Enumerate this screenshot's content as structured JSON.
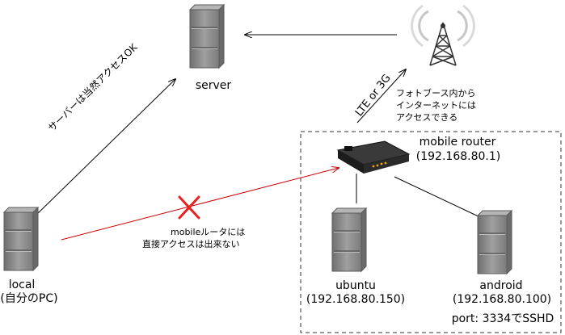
{
  "nodes": {
    "server": {
      "label": "server",
      "icon": "server-icon"
    },
    "local": {
      "label": "local",
      "sublabel": "(自分のPC)",
      "icon": "server-icon"
    },
    "tower": {
      "icon": "cell-tower-icon"
    },
    "mobile_router": {
      "label": "mobile router",
      "ip": "(192.168.80.1)",
      "icon": "router-icon"
    },
    "ubuntu": {
      "label": "ubuntu",
      "ip": "(192.168.80.150)",
      "icon": "server-icon"
    },
    "android": {
      "label": "android",
      "ip": "(192.168.80.100)",
      "port_note": "port: 3334でSSHD",
      "icon": "server-icon"
    }
  },
  "edges": {
    "local_to_server": {
      "label": "サーバーは当然アクセスOK",
      "color": "#000000"
    },
    "router_to_tower": {
      "label": "LTE or 3G",
      "color": "#000000"
    },
    "tower_to_server": {
      "color": "#000000"
    },
    "local_to_router": {
      "label_line1": "mobileルータには",
      "label_line2": "直接アクセスは出来ない",
      "color": "#cc0000",
      "blocked": true
    }
  },
  "notes": {
    "photobooth_line1": "フォトブース内から",
    "photobooth_line2": "インターネットには",
    "photobooth_line3": "アクセスできる"
  },
  "colors": {
    "blocked_x": "#e82020",
    "server_body": "#8c8c8c",
    "group_border": "#333333"
  }
}
